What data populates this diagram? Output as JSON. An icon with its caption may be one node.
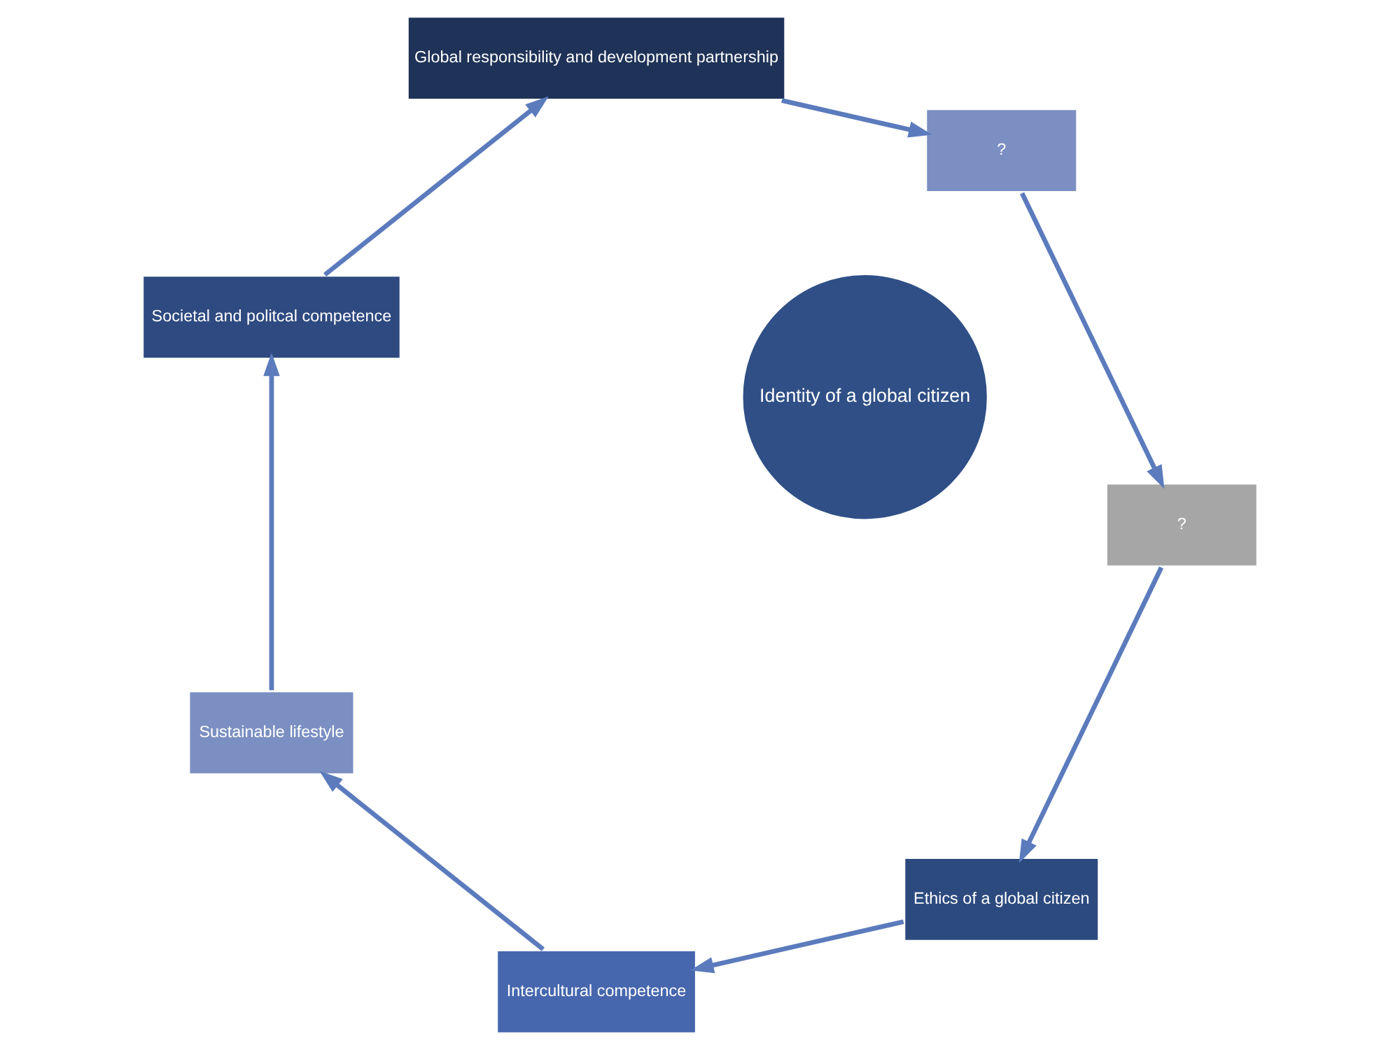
{
  "diagram": {
    "nodes": [
      {
        "text": [
          "Identity of a global citizen"
        ]
      },
      {
        "text": [
          "Ethics of a global citizen"
        ]
      },
      {
        "text": [
          "Intercultural competence"
        ]
      },
      {
        "text": [
          "Sustainable lifestyle"
        ]
      },
      {
        "text": [
          "Societal and politcal competence"
        ]
      },
      {
        "text": [
          "Global responsibility and development partnership"
        ]
      },
      {
        "text": [
          "?"
        ]
      },
      {
        "text": [
          "?"
        ]
      }
    ],
    "edges": [
      {
        "from": 1,
        "to": 2,
        "arrow": "to"
      },
      {
        "from": 2,
        "to": 3,
        "arrow": "to"
      },
      {
        "from": 3,
        "to": 4,
        "arrow": "to"
      },
      {
        "from": 4,
        "to": 5,
        "arrow": "to"
      },
      {
        "from": 5,
        "to": 6,
        "arrow": "to"
      },
      {
        "from": 6,
        "to": 7,
        "arrow": "to"
      },
      {
        "from": 7,
        "to": 1,
        "arrow": "to"
      }
    ]
  }
}
